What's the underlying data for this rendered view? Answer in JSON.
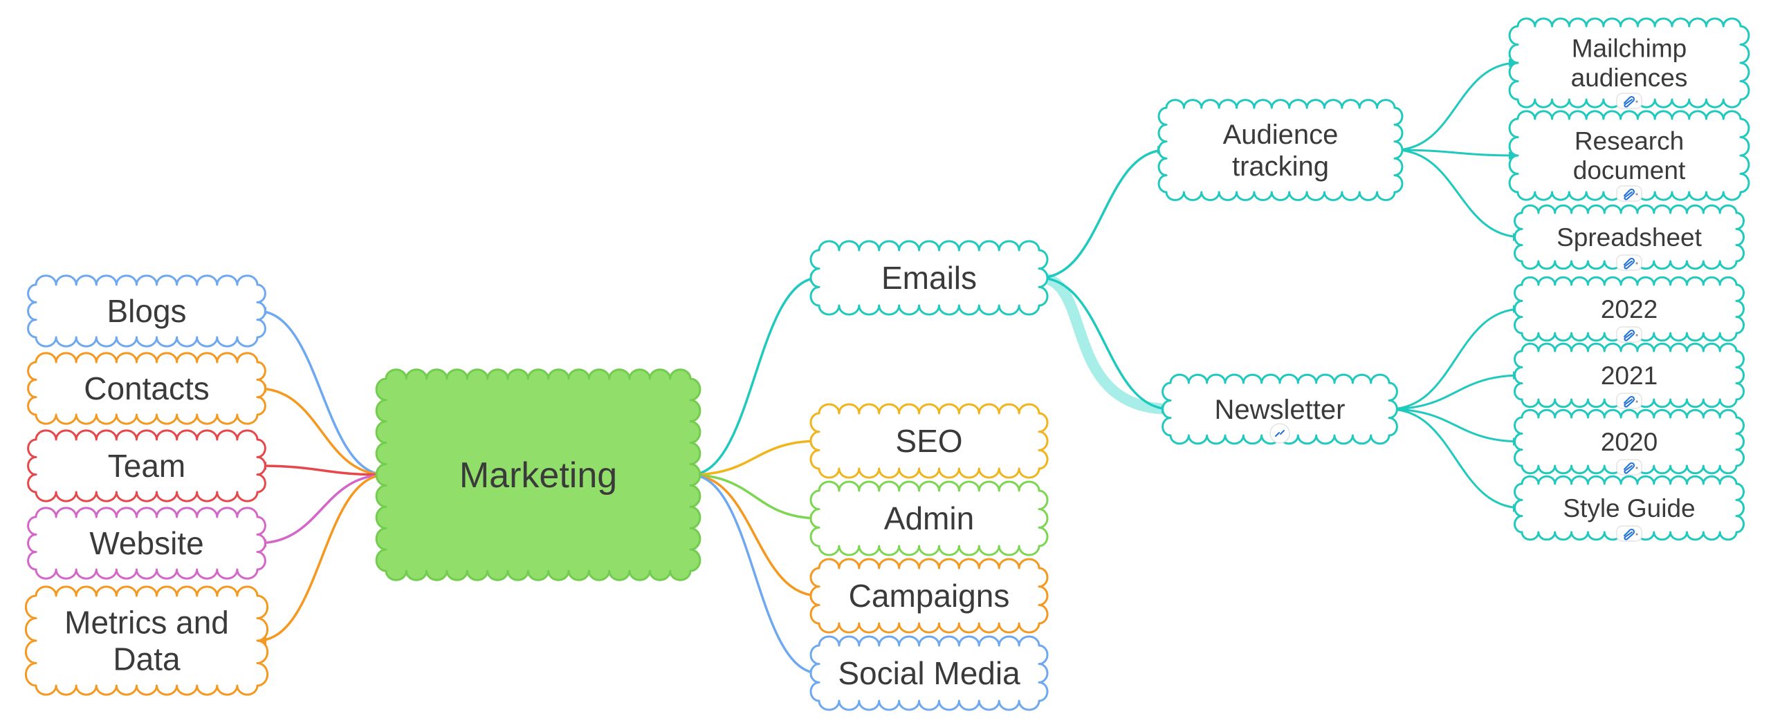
{
  "colors": {
    "teal": "#20c9bd",
    "yellow": "#f0b41c",
    "green": "#7dd651",
    "orange": "#f5981f",
    "blue": "#6ea8f0",
    "red": "#e6474a",
    "pink": "#d466c9",
    "central_fill": "#92de6b",
    "central_stroke": "#72cc4e",
    "text": "#3a3a3a",
    "selection": "#5fe0d6"
  },
  "map": {
    "central": {
      "label": "Marketing"
    },
    "left_topics": [
      {
        "label": "Blogs",
        "color": "blue"
      },
      {
        "label": "Contacts",
        "color": "orange"
      },
      {
        "label": "Team",
        "color": "red"
      },
      {
        "label": "Website",
        "color": "pink"
      },
      {
        "label": "Metrics and Data",
        "color": "orange"
      }
    ],
    "right_topics": [
      {
        "label": "Emails",
        "color": "teal"
      },
      {
        "label": "SEO",
        "color": "yellow"
      },
      {
        "label": "Admin",
        "color": "green"
      },
      {
        "label": "Campaigns",
        "color": "orange"
      },
      {
        "label": "Social Media",
        "color": "blue"
      }
    ],
    "email_subtopics": [
      {
        "label": "Audience tracking"
      },
      {
        "label": "Newsletter",
        "collapse_icon": "collapse-arrows-icon"
      }
    ],
    "audience_children": [
      {
        "label": "Mailchimp audiences",
        "attachment": "attachment-icon"
      },
      {
        "label": "Research document",
        "attachment": "attachment-icon"
      },
      {
        "label": "Spreadsheet",
        "attachment": "attachment-icon"
      }
    ],
    "newsletter_children": [
      {
        "label": "2022",
        "attachment": "attachment-icon"
      },
      {
        "label": "2021",
        "attachment": "attachment-icon"
      },
      {
        "label": "2020",
        "attachment": "attachment-icon"
      },
      {
        "label": "Style Guide",
        "attachment": "attachment-icon"
      }
    ]
  }
}
